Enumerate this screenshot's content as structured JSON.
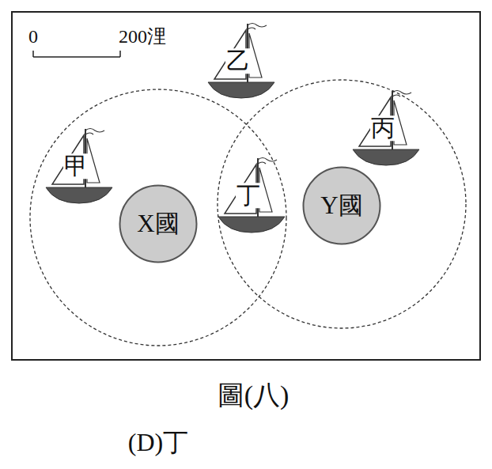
{
  "diagram": {
    "caption": "圖(八)",
    "nodes": [
      {
        "text": [
          "X國"
        ]
      },
      {
        "text": [
          "Y國"
        ]
      }
    ],
    "labels": [
      "0",
      "200浬",
      "甲",
      "乙",
      "丙",
      "丁",
      "(D)丁"
    ]
  }
}
